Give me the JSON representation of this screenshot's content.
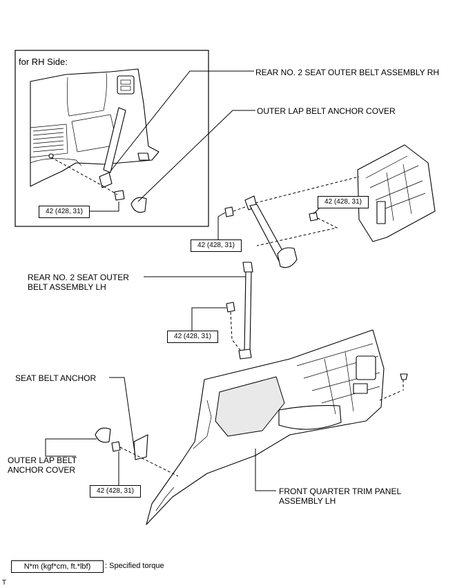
{
  "inset": {
    "title": "for RH Side:",
    "torque": "42 (428, 31)"
  },
  "callouts": {
    "rear_belt_rh": "REAR NO. 2 SEAT OUTER BELT ASSEMBLY RH",
    "outer_lap_cover_top": "OUTER LAP BELT ANCHOR COVER",
    "rear_belt_lh_line1": "REAR NO. 2 SEAT OUTER",
    "rear_belt_lh_line2": "BELT ASSEMBLY LH",
    "seat_belt_anchor": "SEAT BELT ANCHOR",
    "outer_lap_cover_line1": "OUTER LAP BELT",
    "outer_lap_cover_line2": "ANCHOR COVER",
    "front_quarter_line1": "FRONT QUARTER TRIM PANEL",
    "front_quarter_line2": "ASSEMBLY LH"
  },
  "torques": {
    "upper_right": "42 (428, 31)",
    "upper_left": "42 (428, 31)",
    "middle": "42 (428, 31)",
    "lower": "42 (428, 31)"
  },
  "legend": {
    "box": "N*m (kgf*cm, ft.*lbf)",
    "text": ": Specified torque"
  },
  "corner_mark": "T"
}
